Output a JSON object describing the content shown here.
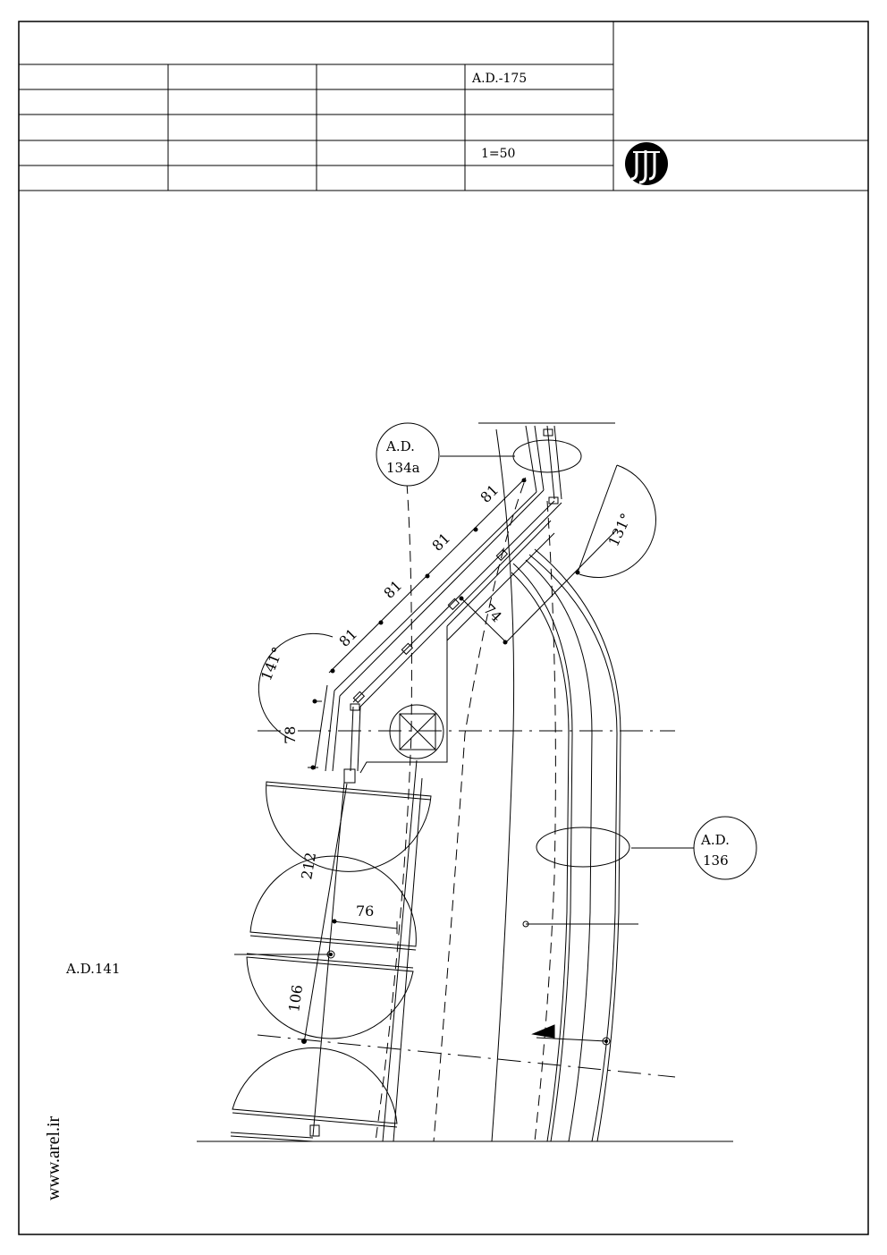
{
  "title_block": {
    "drawing_number": "A.D.-175",
    "scale": "1=50"
  },
  "references": {
    "detail_top": {
      "line1": "A.D.",
      "line2": "134a"
    },
    "detail_right": {
      "line1": "A.D.",
      "line2": "136"
    },
    "sheet_ref": "A.D.141"
  },
  "dimensions": {
    "angle_left": "141°",
    "angle_right": "131°",
    "seg1": "81",
    "seg2": "81",
    "seg3": "81",
    "seg4": "81",
    "offset": "74",
    "short": "78",
    "tread_length": "212",
    "tread_width": "76",
    "tread_depth": "106"
  },
  "watermark": "www.arel.ir"
}
